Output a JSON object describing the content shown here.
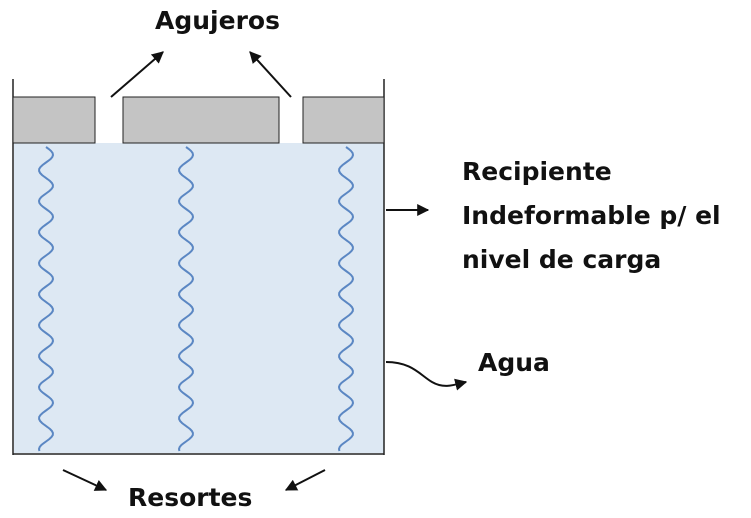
{
  "labels": {
    "holes": "Agujeros",
    "container_lines": [
      "Recipiente",
      "Indeformable p/ el",
      "nivel de carga"
    ],
    "water": "Agua",
    "springs": "Resortes"
  },
  "colors": {
    "water_fill": "#dde8f3",
    "spring_stroke": "#5b87c3",
    "lid_fill": "#c4c4c4",
    "outline": "#222222"
  },
  "icons": [
    "arrow-icon",
    "curved-arrow-icon"
  ]
}
